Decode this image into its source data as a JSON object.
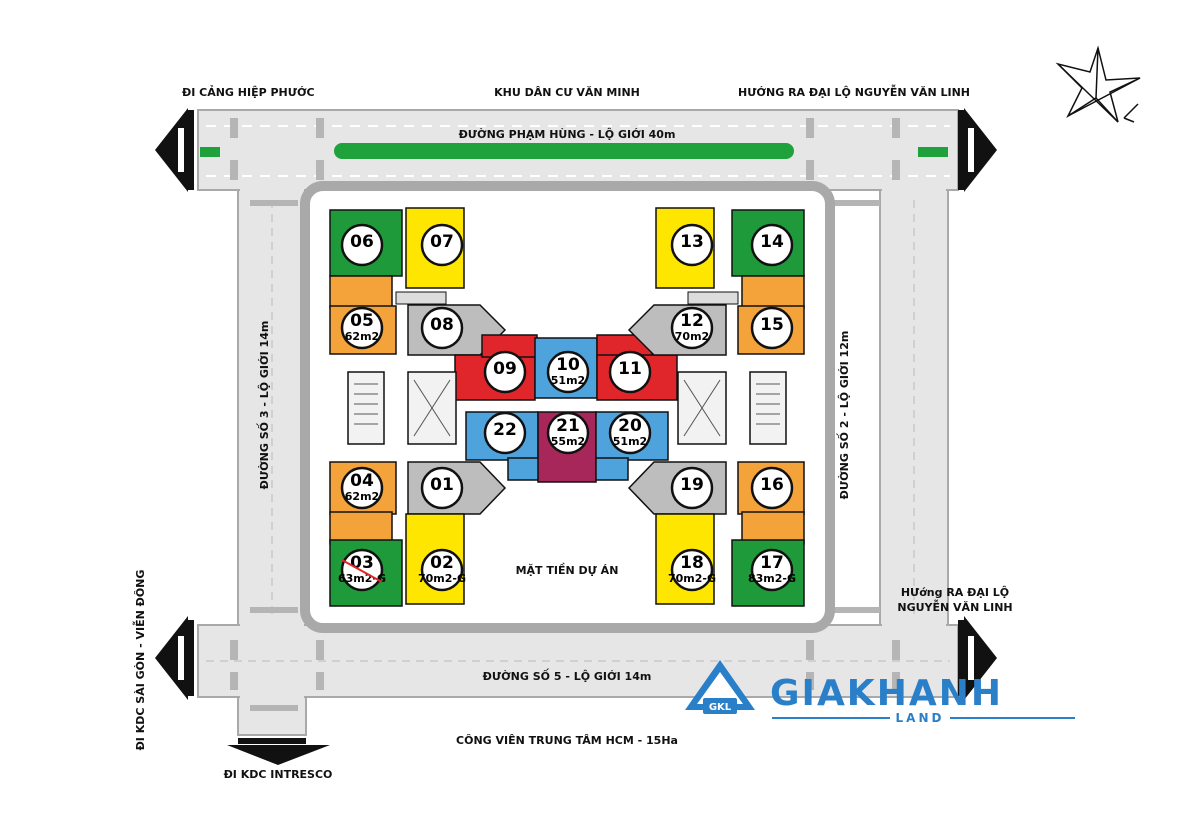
{
  "labels": {
    "top_left": "ĐI CẢNG HIỆP PHƯỚC",
    "top_center": "KHU DÂN CƯ VĂN MINH",
    "top_right": "HƯỚNG RA ĐẠI LỘ NGUYỄN VĂN LINH",
    "road_top": "ĐƯỜNG PHẠM HÙNG - LỘ GIỚI 40m",
    "road_left": "ĐƯỜNG SỐ 3 - LỘ GIỚI 14m",
    "road_right": "ĐƯỜNG SỐ 2 - LỘ GIỚI 12m",
    "road_bottom": "ĐƯỜNG SỐ 5 - LỘ GIỚI 14m",
    "bottom_left_vertical": "ĐI KDC SÀI GÒN - VIỄN ĐÔNG",
    "bottom_left": "ĐI KDC INTRESCO",
    "bottom_center": "CÔNG VIÊN TRUNG TÂM HCM - 15Ha",
    "right_line1": "HƯớng RA ĐẠI LỘ",
    "right_line2": "NGUYỄN VĂN LINH",
    "front": "MẶT TIỀN DỰ ÁN"
  },
  "logo": {
    "name": "GIAKHANH",
    "sub": "LAND",
    "badge": "GKL"
  },
  "colors": {
    "green": "#1f9a3a",
    "yellow": "#ffe600",
    "orange": "#f4a23a",
    "gray": "#bdbdbd",
    "red": "#e0262a",
    "blue": "#4fa3dc",
    "maroon": "#a8275a",
    "road": "#e6e6e6",
    "brand": "#2a7fc9"
  },
  "units": {
    "u01": {
      "num": "01",
      "area": ""
    },
    "u02": {
      "num": "02",
      "area": "70m2-G"
    },
    "u03": {
      "num": "03",
      "area": "63m2-G"
    },
    "u04": {
      "num": "04",
      "area": "62m2"
    },
    "u05": {
      "num": "05",
      "area": "62m2"
    },
    "u06": {
      "num": "06",
      "area": ""
    },
    "u07": {
      "num": "07",
      "area": ""
    },
    "u08": {
      "num": "08",
      "area": ""
    },
    "u09": {
      "num": "09",
      "area": ""
    },
    "u10": {
      "num": "10",
      "area": "51m2"
    },
    "u11": {
      "num": "11",
      "area": ""
    },
    "u12": {
      "num": "12",
      "area": "70m2"
    },
    "u13": {
      "num": "13",
      "area": ""
    },
    "u14": {
      "num": "14",
      "area": ""
    },
    "u15": {
      "num": "15",
      "area": ""
    },
    "u16": {
      "num": "16",
      "area": ""
    },
    "u17": {
      "num": "17",
      "area": "83m2-G"
    },
    "u18": {
      "num": "18",
      "area": "70m2-G"
    },
    "u19": {
      "num": "19",
      "area": ""
    },
    "u20": {
      "num": "20",
      "area": "51m2"
    },
    "u21": {
      "num": "21",
      "area": "55m2"
    },
    "u22": {
      "num": "22",
      "area": ""
    }
  },
  "icons": [
    "compass-icon",
    "road-arrow-icon",
    "logo-house-icon"
  ]
}
